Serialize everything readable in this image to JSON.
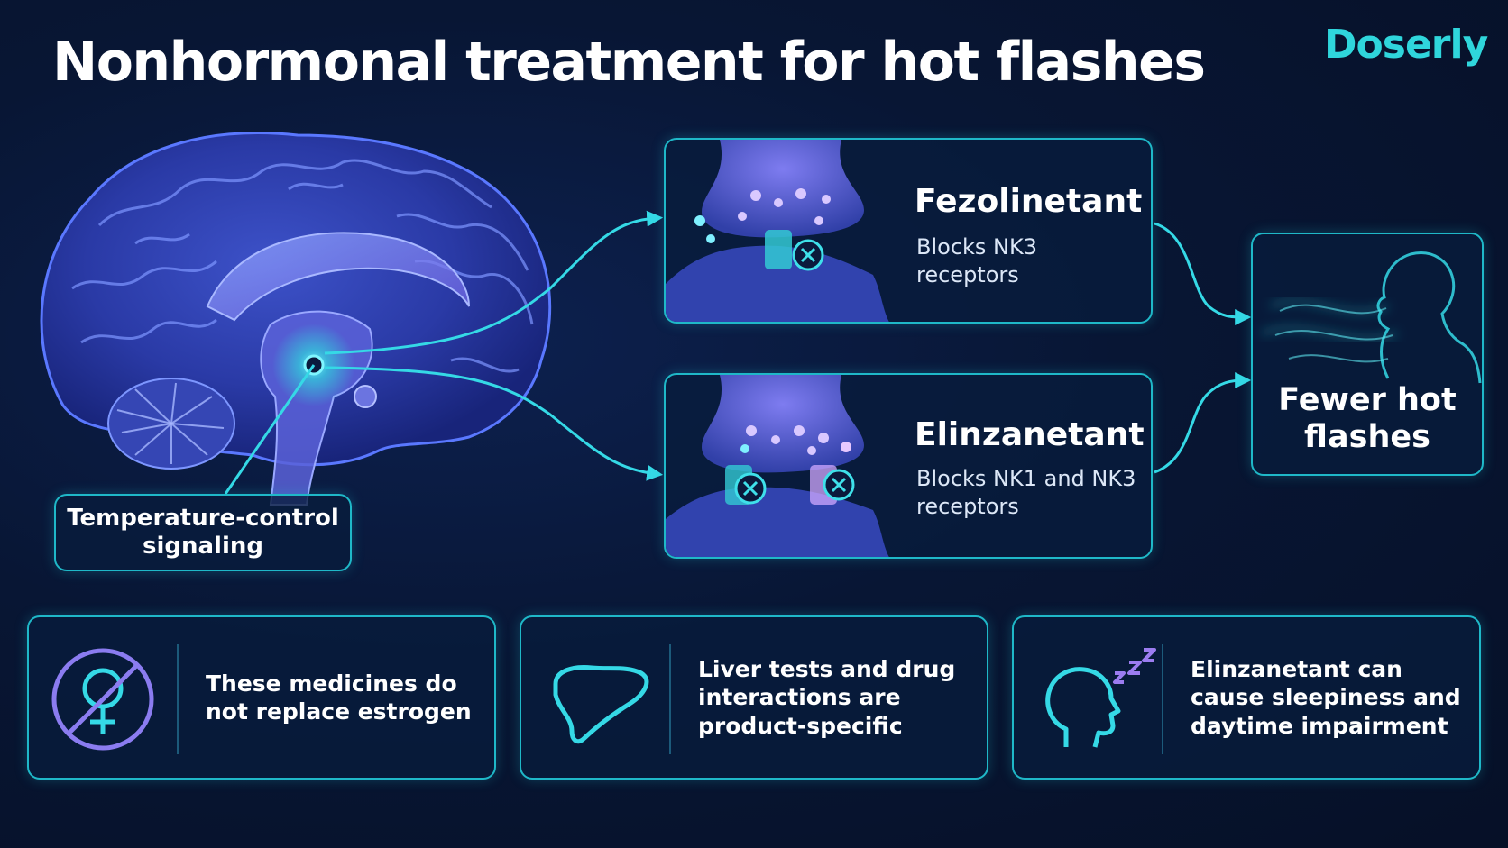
{
  "title": "Nonhormonal treatment for hot flashes",
  "brand": "Doserly",
  "brain_label": "Temperature-control signaling",
  "treatments": [
    {
      "name": "Fezolinetant",
      "description": "Blocks NK3 receptors"
    },
    {
      "name": "Elinzanetant",
      "description": "Blocks NK1 and NK3 receptors"
    }
  ],
  "result": "Fewer hot flashes",
  "notes": [
    {
      "icon": "no-estrogen-icon",
      "text": "These medicines do not replace estrogen"
    },
    {
      "icon": "liver-icon",
      "text": "Liver tests and drug interactions are product-specific"
    },
    {
      "icon": "sleep-head-icon",
      "text": "Elinzanetant can cause sleepiness and daytime impairment"
    }
  ],
  "colors": {
    "background": "#081634",
    "accent": "#2fd6dc",
    "box_border": "#1fb8c8"
  }
}
